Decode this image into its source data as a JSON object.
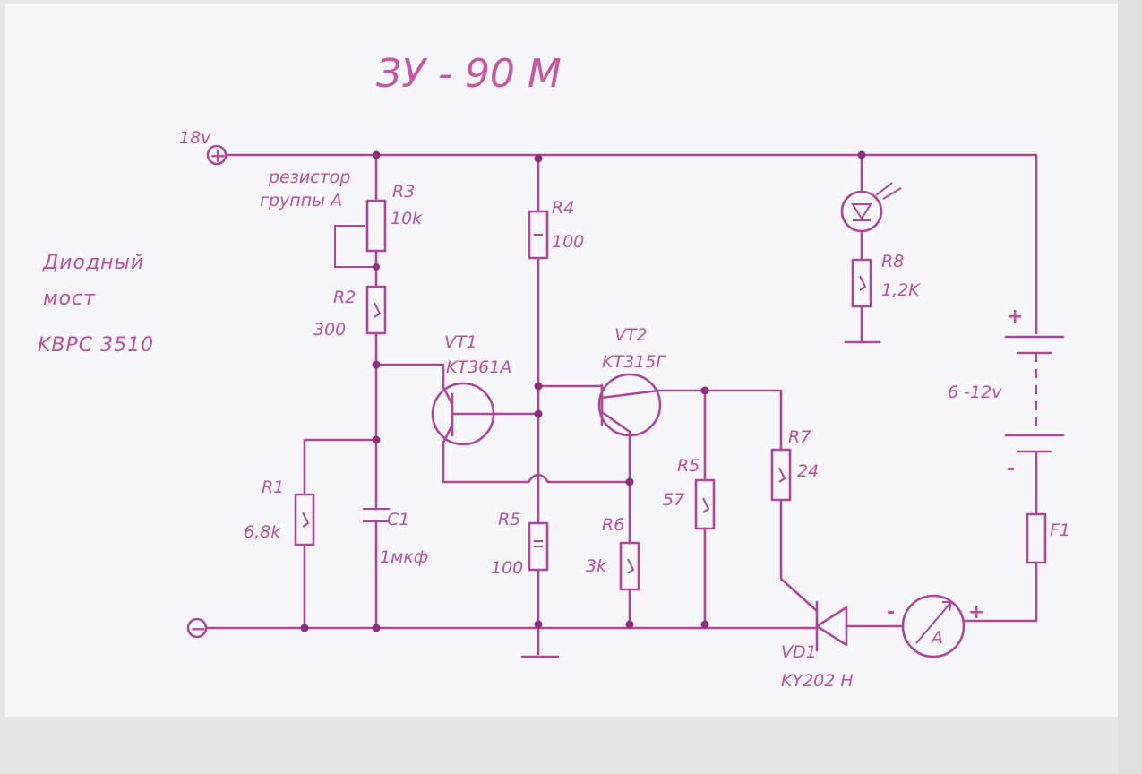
{
  "title": "ЗУ - 90 М",
  "side_note": [
    "Диодный",
    "мост",
    "KBPC 3510"
  ],
  "supply": {
    "positive": "18v",
    "plus_symbol": "+",
    "minus_symbol": "−"
  },
  "components": {
    "R3": {
      "ref": "R3",
      "value": "10k",
      "note": [
        "резистор",
        "группы А"
      ]
    },
    "R2": {
      "ref": "R2",
      "value": "300"
    },
    "R1": {
      "ref": "R1",
      "value": "6,8k"
    },
    "C1": {
      "ref": "C1",
      "value": "1мкф"
    },
    "R4": {
      "ref": "R4",
      "value": "100"
    },
    "R5a": {
      "ref": "R5",
      "value": "100"
    },
    "R6": {
      "ref": "R6",
      "value": "3k"
    },
    "R5b": {
      "ref": "R5",
      "value": "57"
    },
    "R7": {
      "ref": "R7",
      "value": "24"
    },
    "R8": {
      "ref": "R8",
      "value": "1,2K"
    },
    "VT1": {
      "ref": "VT1",
      "value": "KT361A"
    },
    "VT2": {
      "ref": "VT2",
      "value": "KT315Г"
    },
    "VD1": {
      "ref": "VD1",
      "value": "KY202 H"
    },
    "F1": {
      "ref": "F1"
    },
    "ammeter": {
      "symbol": "A",
      "minus": "-",
      "plus": "+"
    },
    "battery": {
      "value": "6 -12v",
      "plus": "+",
      "minus": "-"
    }
  }
}
